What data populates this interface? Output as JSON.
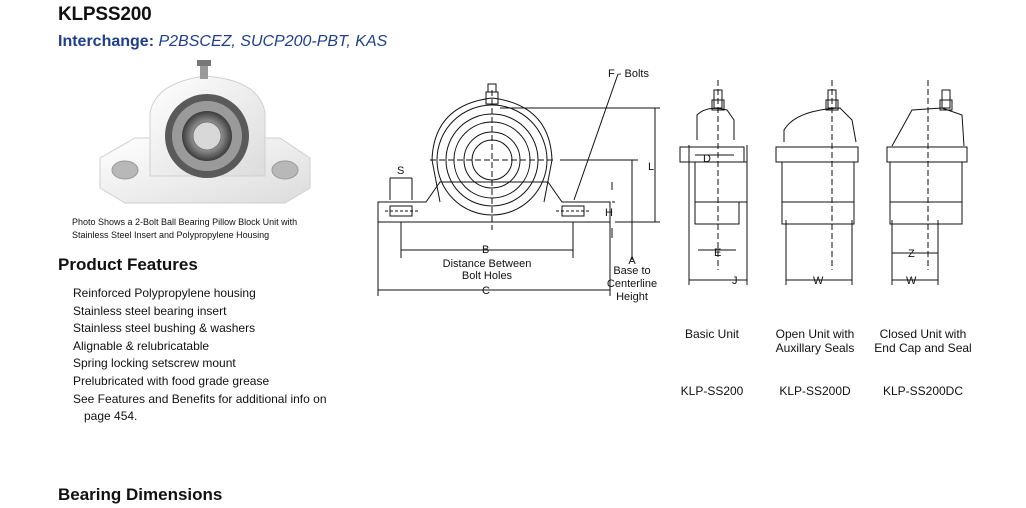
{
  "title": "KLPSS200",
  "interchange": {
    "label": "Interchange:",
    "value": "P2BSCEZ, SUCP200-PBT, KAS"
  },
  "photo_caption": "Photo Shows a 2-Bolt Ball Bearing Pillow Block Unit with Stainless Steel Insert and Polypropylene Housing",
  "features_heading": "Product Features",
  "features": [
    "Reinforced Polypropylene housing",
    "Stainless steel bearing insert",
    "Stainless steel bushing & washers",
    "Alignable & relubricatable",
    "Spring locking setscrew mount",
    "Prelubricated with food grade grease",
    "See Features and Benefits for additional info on",
    "page 454."
  ],
  "dimensions_heading": "Bearing Dimensions",
  "drawing": {
    "f_bolts": "F - Bolts",
    "s": "S",
    "l": "L",
    "h": "H",
    "b": "B",
    "b_desc_1": "Distance Between",
    "b_desc_2": "Bolt Holes",
    "c": "C",
    "a": "A",
    "a_desc_1": "Base to",
    "a_desc_2": "Centerline",
    "a_desc_3": "Height",
    "d": "D",
    "e": "E",
    "j": "J",
    "w1": "W",
    "z": "Z",
    "w2": "W"
  },
  "units": [
    {
      "line1": "Basic Unit",
      "line2": "",
      "part": "KLP-SS200"
    },
    {
      "line1": "Open Unit with",
      "line2": "Auxillary Seals",
      "part": "KLP-SS200D"
    },
    {
      "line1": "Closed Unit with",
      "line2": "End Cap and Seal",
      "part": "KLP-SS200DC"
    }
  ]
}
